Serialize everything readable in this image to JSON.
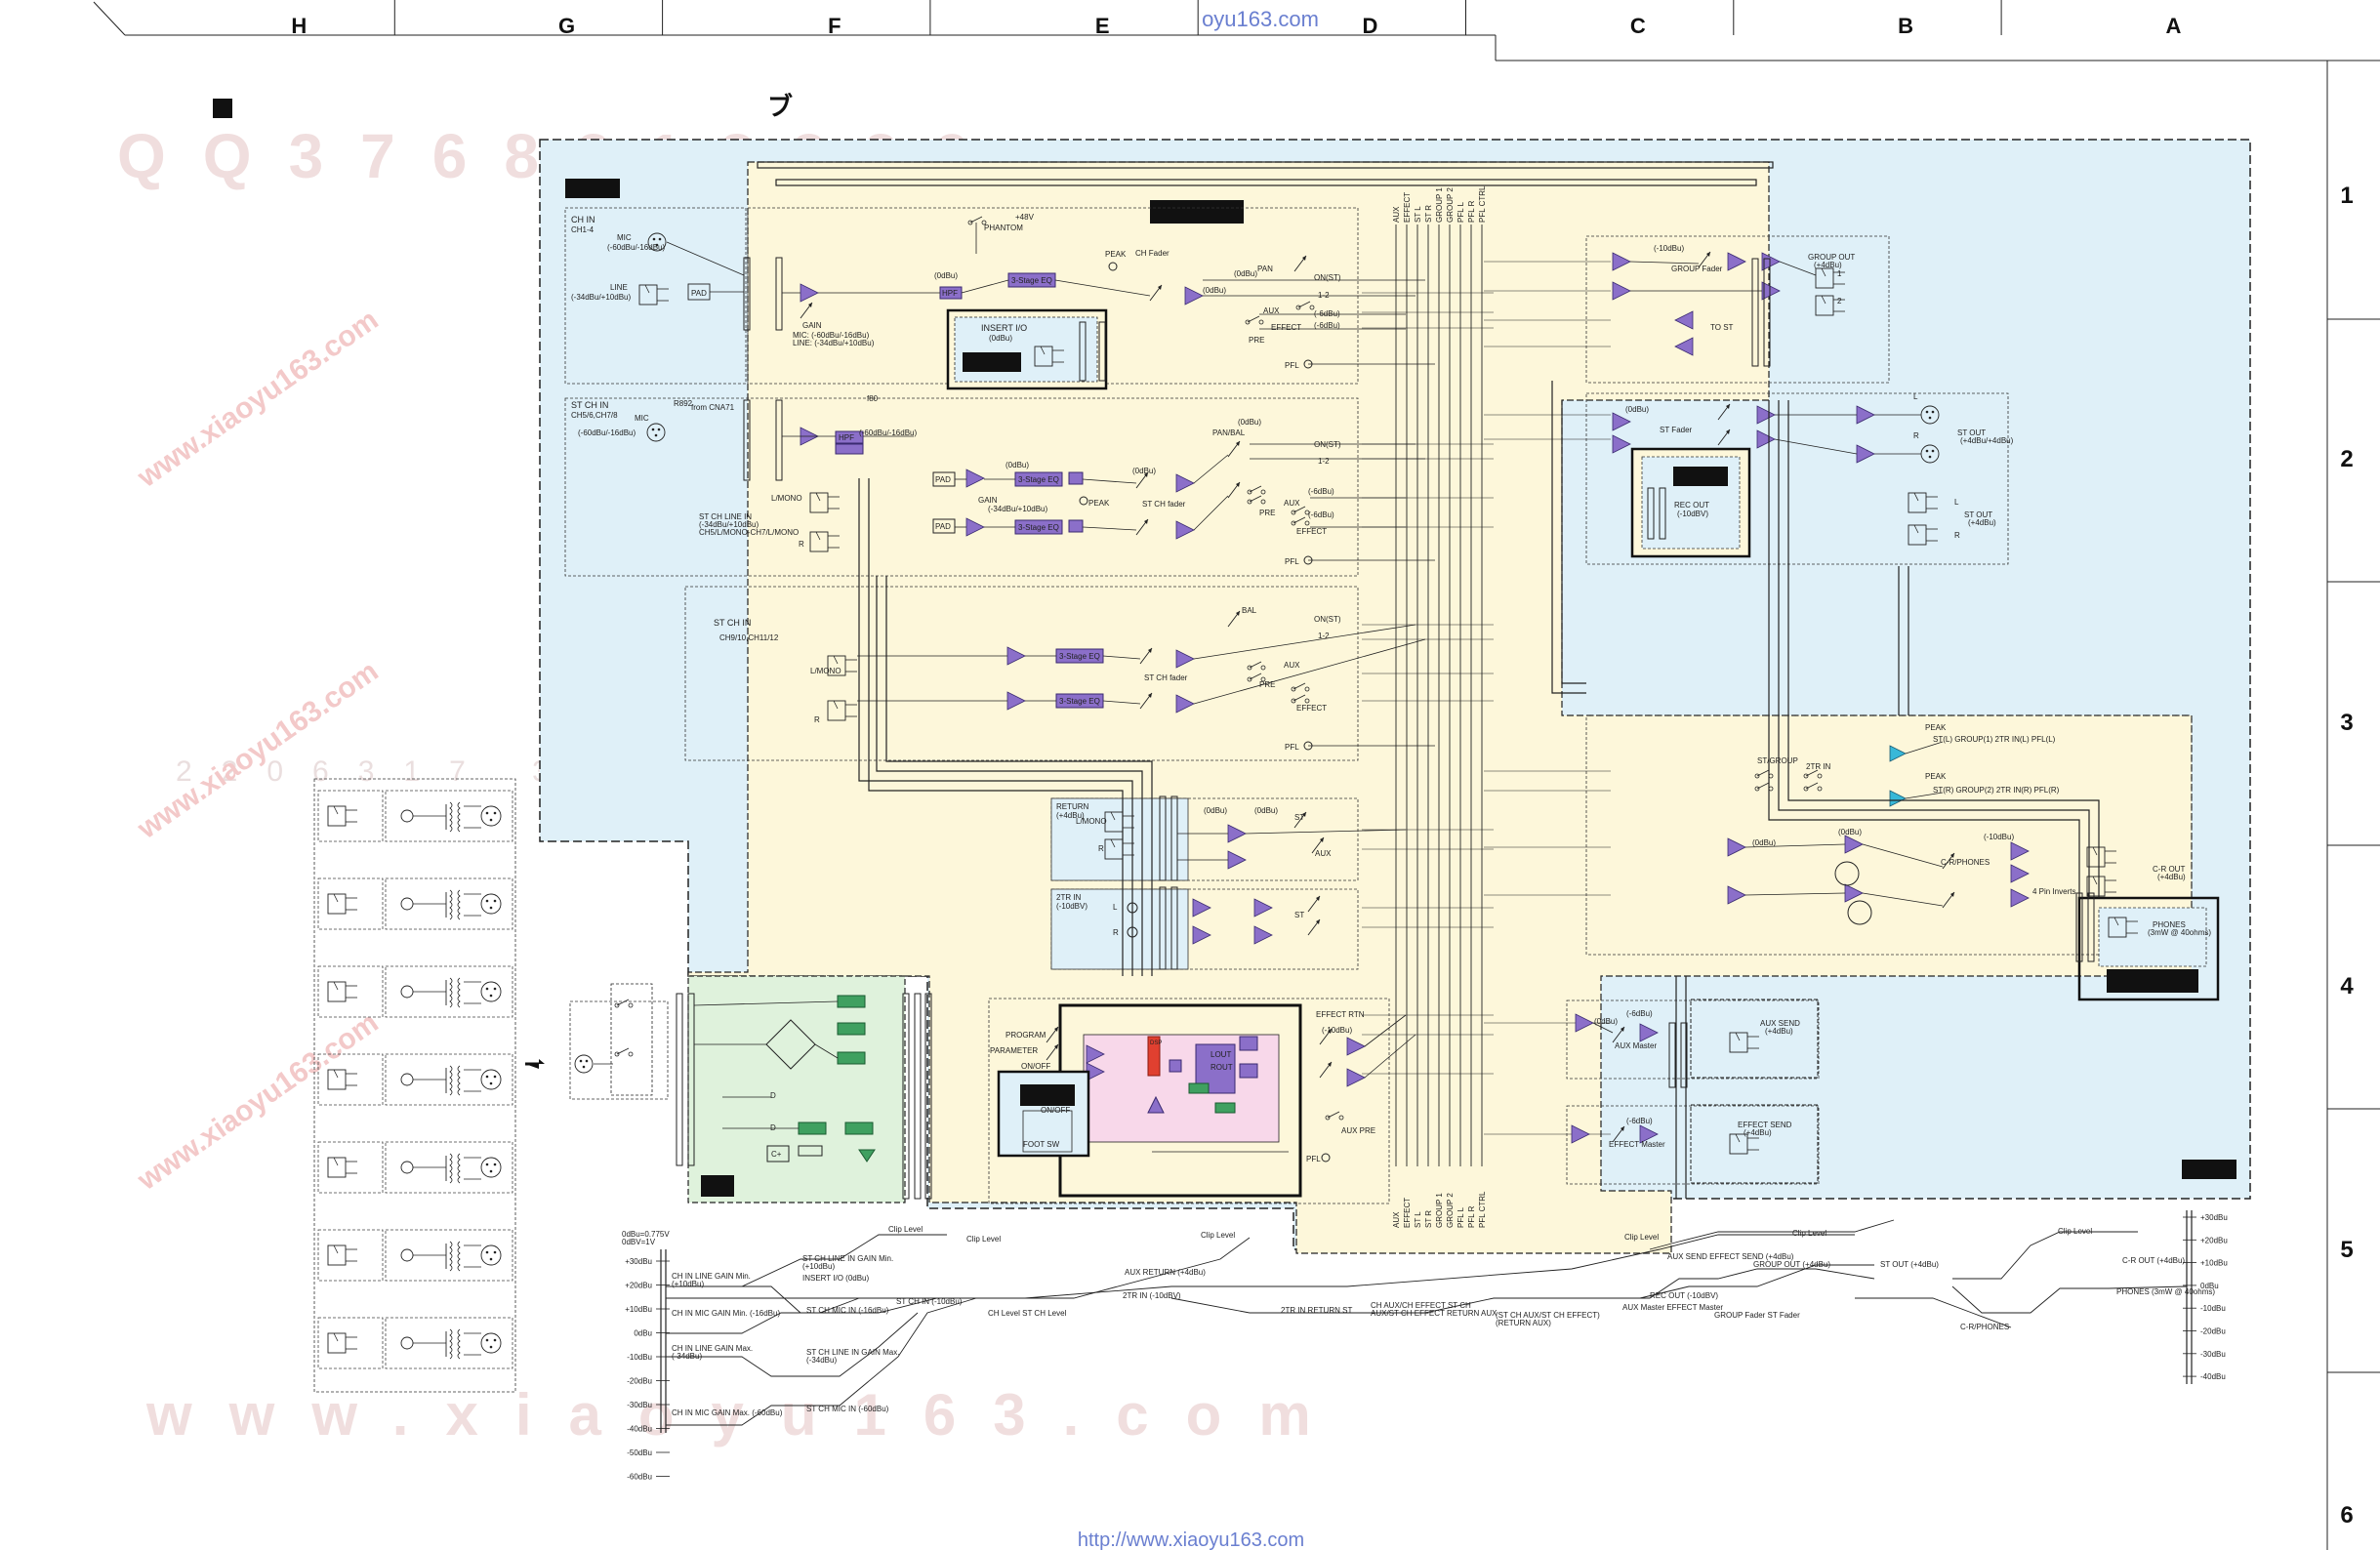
{
  "header": {
    "watermark_top": "oyu163.com",
    "zones": [
      "H",
      "G",
      "F",
      "E",
      "D",
      "C",
      "B",
      "A"
    ],
    "title_glyph": "ブ"
  },
  "rows": [
    "1",
    "2",
    "3",
    "4",
    "5",
    "6"
  ],
  "footer": {
    "url": "http://www.xiaoyu163.com"
  },
  "colors": {
    "amp": "#8b6fc9",
    "block_blue": "#dff0f8",
    "block_yellow": "#fdf7da",
    "block_green": "#dff2dc",
    "block_pink": "#f8d8ea",
    "part_green": "#3fa060",
    "part_red": "#e04030",
    "cyan_amp": "#38b8d8"
  },
  "diagram": {
    "ch_in": {
      "label": "CH IN",
      "sub": "CH1-4",
      "mic": "MIC",
      "mic_lvl": "(-60dBu/-16dBu)",
      "line": "LINE",
      "line_lvl": "(-34dBu/+10dBu)",
      "pad": "PAD",
      "gain": "GAIN",
      "gain_mic": "MIC: (-60dBu/-16dBu)",
      "gain_line": "LINE: (-34dBu/+10dBu)",
      "phantom": "PHANTOM",
      "v48": "+48V",
      "eq": "3-Stage EQ",
      "hpf": "HPF",
      "insert": "INSERT I/O",
      "insert_lvl": "(0dBu)",
      "peak": "PEAK",
      "fader": "CH Fader",
      "lvl": "(0dBu)",
      "pan": "PAN",
      "on_st": "ON(ST)",
      "g12": "1-2",
      "aux": "AUX",
      "effect": "EFFECT",
      "pre": "PRE",
      "pfl": "PFL",
      "bus_lvl": "(-6dBu)"
    },
    "st_ch_in": {
      "label": "ST CH IN",
      "sub": "CH5/6,CH7/8",
      "mic_lvl": "(-60dBu/-16dBu)",
      "mic": "MIC",
      "r_note": "R892",
      "from": "from CNA71",
      "line_in": "ST CH LINE IN",
      "line_lvl": "(-34dBu/+10dBu)",
      "line_ch": "CH5/L/MONO-CH7/L/MONO",
      "lmono": "L/MONO",
      "r": "R",
      "pad": "PAD",
      "gain": "GAIN",
      "gain_lvl": "(-34dBu/+10dBu)",
      "eq": "3-Stage EQ",
      "peak": "PEAK",
      "fader": "ST CH fader",
      "pan_bal": "PAN/BAL",
      "on_st": "ON(ST)",
      "g12": "1-2",
      "aux": "AUX",
      "pre": "PRE",
      "effect": "EFFECT",
      "pfl": "PFL",
      "lvl": "(0dBu)",
      "hpf": "HPF",
      "f80": "f80",
      "bus_lvl": "(-6dBu)"
    },
    "st_ch_in2": {
      "label": "ST CH IN",
      "sub": "CH9/10,CH11/12",
      "eq": "3-Stage EQ",
      "fader": "ST CH fader",
      "bal": "BAL",
      "on_st": "ON(ST)",
      "g12": "1-2",
      "aux": "AUX",
      "pre": "PRE",
      "effect": "EFFECT",
      "pfl": "PFL",
      "lmono": "L/MONO",
      "r": "R"
    },
    "return": {
      "label": "RETURN",
      "lvl": "(+4dBu)",
      "lmono": "L/MONO",
      "r": "R",
      "st": "ST",
      "aux": "AUX",
      "lvl2": "(0dBu)"
    },
    "tr2_in": {
      "label": "2TR IN",
      "lvl": "(-10dBV)",
      "l": "L",
      "r": "R",
      "st": "ST"
    },
    "bus": [
      "AUX",
      "EFFECT",
      "ST L",
      "ST R",
      "GROUP 1",
      "GROUP 2",
      "PFL L",
      "PFL R",
      "PFL CTRL"
    ],
    "group_out": {
      "label": "GROUP OUT",
      "lvl": "(+4dBu)",
      "fader": "GROUP Fader",
      "one": "1",
      "two": "2",
      "to_st": "TO ST",
      "bus_lvl": "(-10dBu)"
    },
    "st_out": {
      "fader": "ST Fader",
      "label": "ST OUT",
      "lvl": "(+4dBu/+4dBu)",
      "label2": "ST OUT",
      "lvl2": "(+4dBu)",
      "rec": "REC OUT",
      "rec_lvl": "(-10dBV)",
      "l": "L",
      "r": "R",
      "bus_lvl": "(0dBu)"
    },
    "monitor": {
      "st_group": "ST/GROUP",
      "tr2": "2TR IN",
      "peak": "PEAK",
      "cr": "C-R/PHONES",
      "cr_out": "C-R OUT",
      "cr_lvl": "(+4dBu)",
      "phones": "PHONES",
      "phones_lvl": "(3mW @ 40ohms)",
      "inv": "4 Pin Inverts",
      "lvl": "(0dBu)",
      "lvl2": "(-10dBu)",
      "bus_l": "ST(L) GROUP(1) 2TR IN(L) PFL(L)",
      "bus_r": "ST(R) GROUP(2) 2TR IN(R) PFL(R)"
    },
    "effect": {
      "program": "PROGRAM",
      "parameter": "PARAMETER",
      "on_off": "ON/OFF",
      "foot": "FOOT SW",
      "ic": "DSP",
      "rtn": "EFFECT RTN",
      "lvl": "(-10dBu)",
      "aux_pre": "AUX PRE",
      "pfl": "PFL",
      "lout": "LOUT",
      "rout": "ROUT"
    },
    "aux_send": {
      "label": "AUX SEND",
      "lvl": "(+4dBu)",
      "master": "AUX Master",
      "in_lvl": "(0dBu)",
      "bus_lvl": "(-6dBu)"
    },
    "effect_send": {
      "label": "EFFECT SEND",
      "lvl": "(+4dBu)",
      "master": "EFFECT Master",
      "bus_lvl": "(-6dBu)"
    },
    "power": {
      "d": "D",
      "c": "C+"
    }
  },
  "level_diagram": {
    "ref1": "0dBu=0.775V",
    "ref2": "0dBV=1V",
    "left_ticks": [
      "+30dBu",
      "+20dBu",
      "+10dBu",
      "0dBu",
      "-10dBu",
      "-20dBu",
      "-30dBu",
      "-40dBu",
      "-50dBu",
      "-60dBu"
    ],
    "right_ticks": [
      "+30dBu",
      "+20dBu",
      "+10dBu",
      "0dBu",
      "-10dBu",
      "-20dBu",
      "-30dBu",
      "-40dBu"
    ],
    "clip": "Clip Level",
    "labels": [
      "CH IN LINE GAIN Min. (+10dBu)",
      "ST CH LINE IN GAIN Min. (+10dBu)",
      "INSERT I/O (0dBu)",
      "CH IN MIC GAIN Min. (-16dBu)",
      "ST CH MIC IN (-16dBu)",
      "ST CH IN (-10dBu)",
      "CH IN LINE GAIN Max. (-34dBu)",
      "ST CH LINE IN GAIN Max. (-34dBu)",
      "CH IN MIC GAIN Max. (-60dBu)",
      "ST CH MIC IN (-60dBu)",
      "CH Level ST CH Level",
      "AUX RETURN (+4dBu)",
      "2TR IN (-10dBV)",
      "2TR IN RETURN ST",
      "CH AUX/CH EFFECT ST CH AUX/ST CH EFFECT RETURN AUX",
      "(ST CH AUX/ST CH EFFECT) (RETURN AUX)",
      "AUX SEND EFFECT SEND (+4dBu)",
      "AUX Master EFFECT Master",
      "REC OUT (-10dBV)",
      "GROUP OUT (+4dBu)",
      "ST OUT (+4dBu)",
      "GROUP Fader ST Fader",
      "C-R OUT (+4dBu)",
      "PHONES (3mW @ 40ohms)",
      "C-R/PHONES"
    ]
  }
}
